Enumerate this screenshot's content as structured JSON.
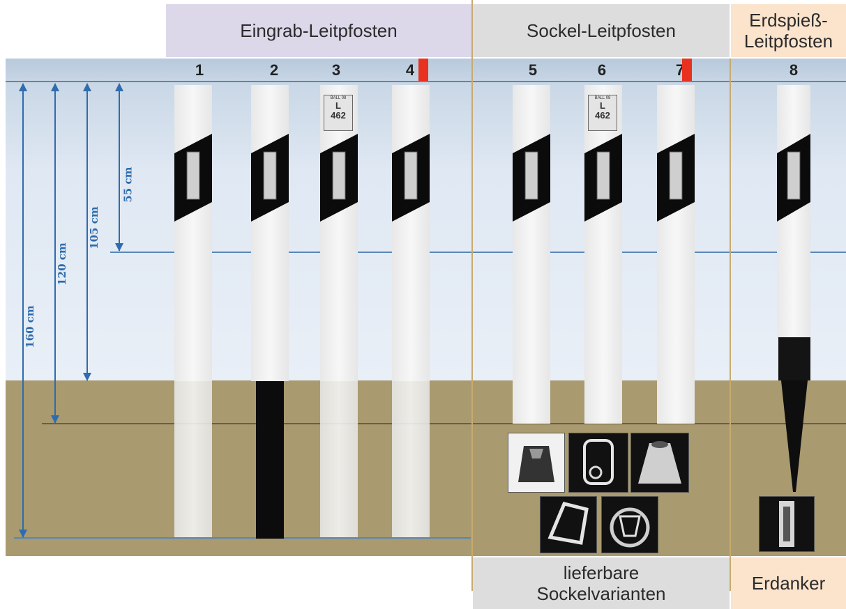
{
  "headers": {
    "eingrab": "Eingrab-Leitpfosten",
    "sockel": "Sockel-Leitpfosten",
    "erdspiess_line1": "Erdspieß-",
    "erdspiess_line2": "Leitpfosten"
  },
  "footers": {
    "sockelvarianten_line1": "lieferbare",
    "sockelvarianten_line2": "Sockelvarianten",
    "erdanker": "Erdanker"
  },
  "post_numbers": [
    "1",
    "2",
    "3",
    "4",
    "5",
    "6",
    "7",
    "8"
  ],
  "dimensions": [
    "55 cm",
    "105 cm",
    "120 cm",
    "160 cm"
  ],
  "sign": {
    "top": "BALL 08",
    "letter": "L",
    "number": "462"
  },
  "colors": {
    "header_purple": "#dcd8ea",
    "header_grey": "#dddddd",
    "header_orange": "#fbe3cc",
    "ground": "#a99a70",
    "dimension_blue": "#2f6cae",
    "red_marker": "#e8321f"
  }
}
